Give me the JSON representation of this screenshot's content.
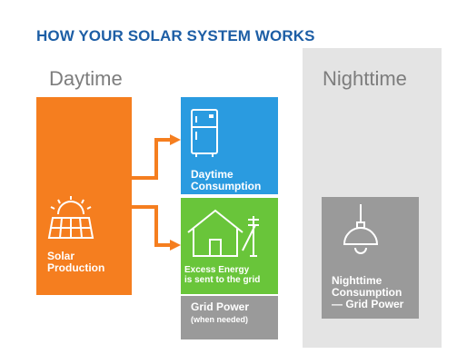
{
  "title": "HOW YOUR SOLAR SYSTEM WORKS",
  "daytime": {
    "label": "Daytime",
    "solar": {
      "line1": "Solar",
      "line2": "Production",
      "icon": "solar-panel-icon"
    },
    "daytime_consumption": {
      "line1": "Daytime",
      "line2": "Consumption",
      "icon": "refrigerator-icon"
    },
    "excess_energy": {
      "line1": "Excess Energy",
      "line2": "is sent to the grid",
      "icon": "house-with-power-pole-icon"
    },
    "grid_power": {
      "line1": "Grid Power",
      "line2": "(when needed)"
    }
  },
  "nighttime": {
    "label": "Nighttime",
    "consumption": {
      "line1": "Nighttime",
      "line2": "Consumption",
      "line3": "— Grid Power",
      "icon": "pendant-lamp-icon"
    }
  },
  "colors": {
    "title": "#1d5ea5",
    "solar": "#f57e1f",
    "daytime_consumption": "#2a9be0",
    "excess_energy": "#69c53a",
    "grid": "#9a9a9a",
    "night_panel": "#e4e4e4",
    "arrow": "#f57e1f"
  }
}
